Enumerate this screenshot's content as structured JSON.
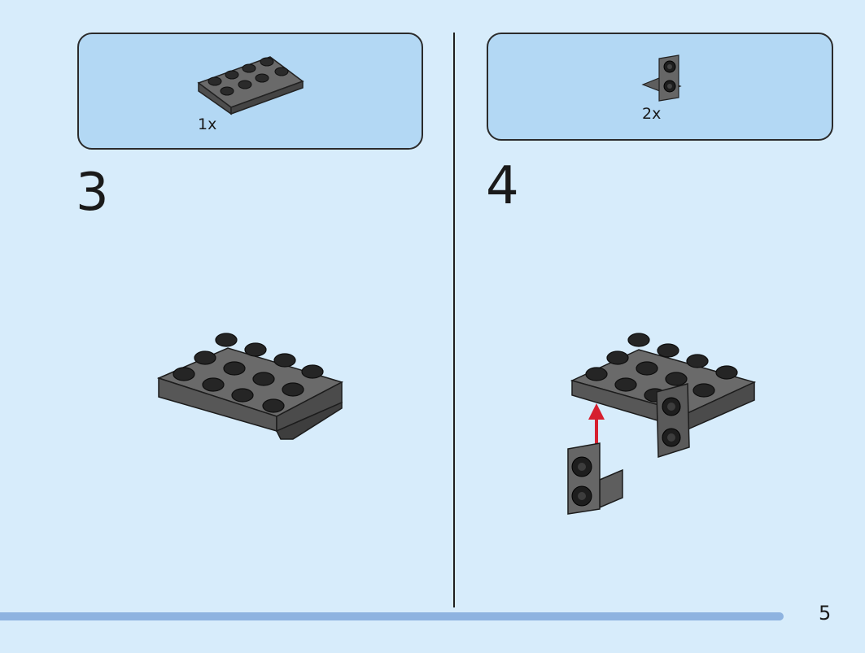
{
  "page_number": "5",
  "steps": [
    {
      "number": "3",
      "parts": [
        {
          "quantity": "1x",
          "part": "plate-2x4"
        }
      ]
    },
    {
      "number": "4",
      "parts": [
        {
          "quantity": "2x",
          "part": "bracket-1x2-up"
        }
      ]
    }
  ],
  "colors": {
    "background": "#d7ecfb",
    "parts_box": "#b3d8f4",
    "brick": "#5f5f5f",
    "arrow": "#d61f2f",
    "progress": "#8eb3e0"
  }
}
